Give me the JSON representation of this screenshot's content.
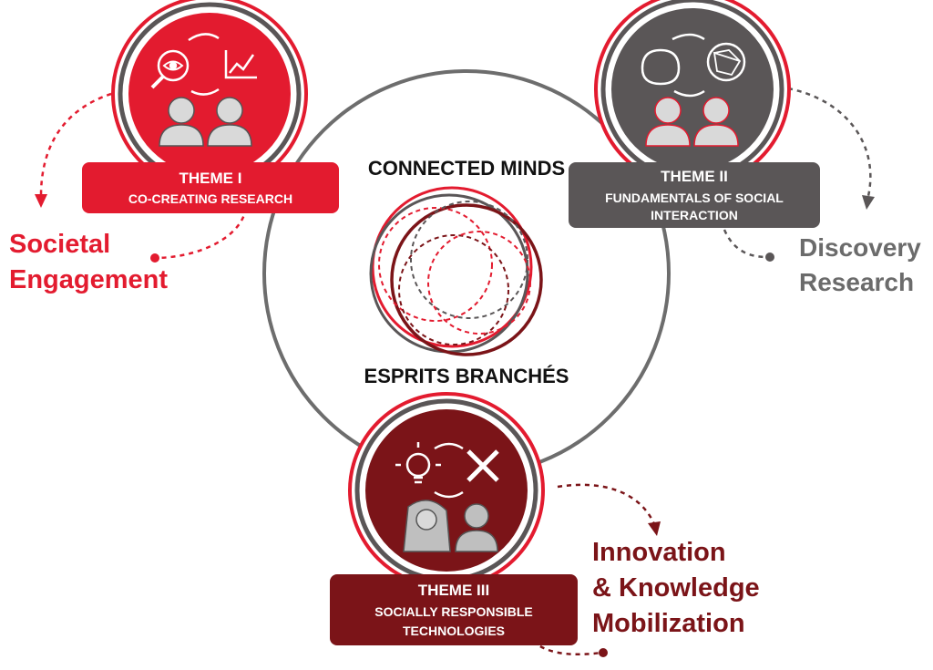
{
  "colors": {
    "red": "#e31b2f",
    "grey": "#5a5657",
    "maroon": "#7b1418",
    "light_grey": "#bfbfbf",
    "discovery_text": "#6b6b6b",
    "ring_outline": "#6d6d6d"
  },
  "center": {
    "title_top": "CONNECTED MINDS",
    "title_bottom": "ESPRITS BRANCHÉS"
  },
  "themes": [
    {
      "number": "THEME I",
      "title_lines": [
        "CO-CREATING RESEARCH"
      ],
      "icons": [
        "eye-magnifier-icon",
        "line-chart-icon",
        "person-icon",
        "person-glasses-icon"
      ],
      "color": "#e31b2f"
    },
    {
      "number": "THEME II",
      "title_lines": [
        "FUNDAMENTALS OF SOCIAL",
        "INTERACTION"
      ],
      "icons": [
        "brain-icon",
        "network-icon",
        "person-icon",
        "woman-icon"
      ],
      "color": "#5a5657"
    },
    {
      "number": "THEME III",
      "title_lines": [
        "SOCIALLY RESPONSIBLE",
        "TECHNOLOGIES"
      ],
      "icons": [
        "lightbulb-icon",
        "pencil-ruler-icon",
        "hijab-person-icon",
        "bearded-person-icon"
      ],
      "color": "#7b1418"
    }
  ],
  "outcomes": [
    {
      "lines": [
        "Societal",
        "Engagement"
      ],
      "color": "#e31b2f"
    },
    {
      "lines": [
        "Discovery",
        "Research"
      ],
      "color": "#6b6b6b"
    },
    {
      "lines": [
        "Innovation",
        "& Knowledge",
        "Mobilization"
      ],
      "color": "#7b1418"
    }
  ]
}
